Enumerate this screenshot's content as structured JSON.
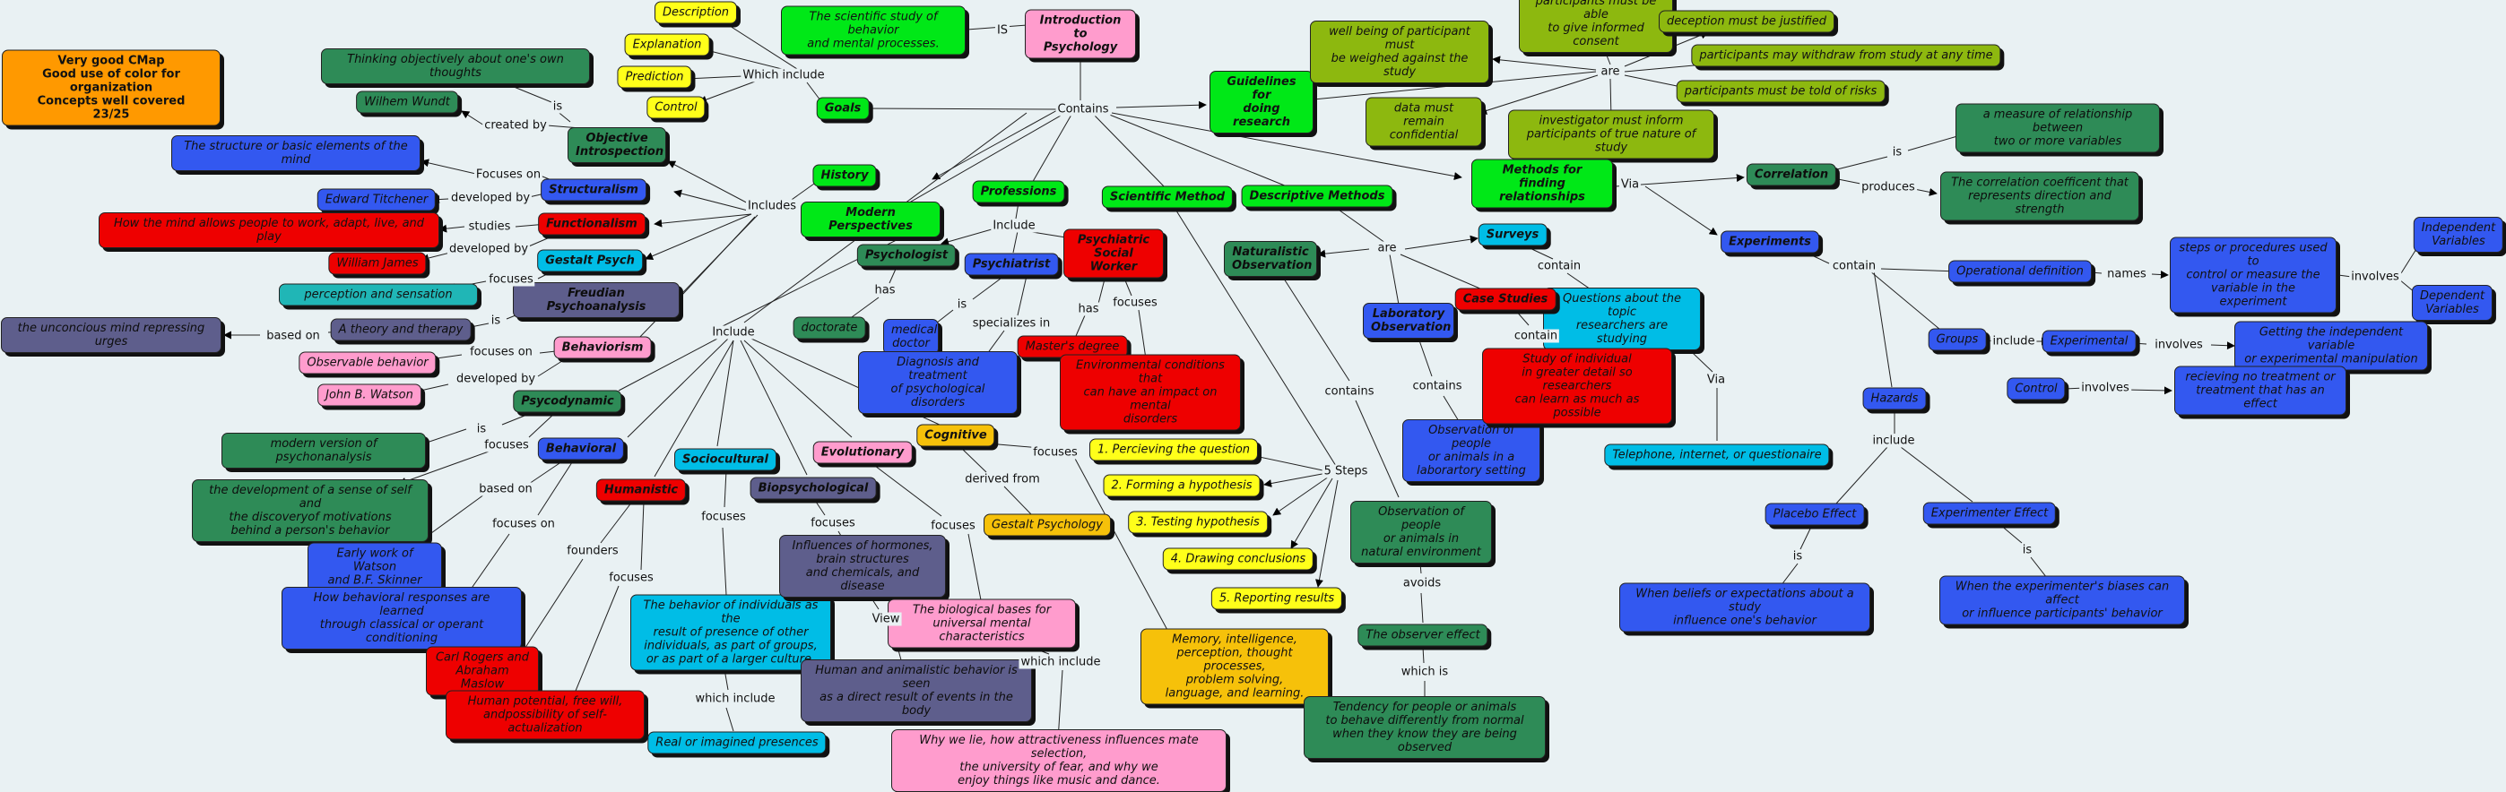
{
  "nodes": {
    "n1": "Very good CMap\nGood use of color for organization\nConcepts well covered\n23/25",
    "n2": "Introduction to\nPsychology",
    "n3": "The scientific study of behavior\nand mental processes.",
    "n4": "Goals",
    "n5": "Description",
    "n6": "Explanation",
    "n7": "Prediction",
    "n8": "Control",
    "n9": "Guidelines for\ndoing research",
    "n10": "well being of participant must\nbe weighed against the study",
    "n11": "participants must be able\nto give informed consent",
    "n12": "deception must be justified",
    "n13": "participants may withdraw from study at any time",
    "n14": "participants must be told of risks",
    "n15": "data must remain\nconfidential",
    "n16": "investigator must inform\nparticipants of true nature of study",
    "n17": "Methods for\nfinding relationships",
    "n18": "Correlation",
    "n19": "a measure of relationship between\ntwo or more variables",
    "n20": "The correlation coefficent that\nrepresents direction and strength",
    "n21": "Experiments",
    "n22": "Operational definition",
    "n23": "steps or procedures used to\ncontrol or measure the\nvariable in the experiment",
    "n24": "Independent\nVariables",
    "n25": "Dependent\nVariables",
    "n26": "Groups",
    "n27": "Experimental",
    "n28": "Getting the independent variable\nor experimental manipulation",
    "n29": "Control",
    "n30": "recieving no treatment or\ntreatment that has an effect",
    "n31": "Hazards",
    "n32": "Placebo Effect",
    "n33": "Experimenter Effect",
    "n34": "When beliefs or expectations about a study\ninfluence one's behavior",
    "n35": "When the experimenter's biases can affect\nor influence participants' behavior",
    "n36": "History",
    "n37": "Objective\nIntrospection",
    "n38": "Thinking objectively about one's own thoughts",
    "n39": "Wilhem Wundt",
    "n40": "The structure or basic elements of the mind",
    "n41": "Structuralism",
    "n42": "Edward Titchener",
    "n43": "Functionalism",
    "n44": "How the mind allows people to work, adapt, live, and play",
    "n45": "William James",
    "n46": "Gestalt Psych",
    "n47": "perception and sensation",
    "n48": "Freudian Psychoanalysis",
    "n49": "A theory and therapy",
    "n50": "the unconcious mind repressing urges",
    "n51": "Behaviorism",
    "n52": "Observable behavior",
    "n53": "John B. Watson",
    "n54": "Modern Perspectives",
    "n55": "Psycodynamic",
    "n56": "modern version of psychonanalysis",
    "n57": "the development of a sense of self and\nthe discoveryof motivations\nbehind a person's behavior",
    "n58": "Behavioral",
    "n59": "Early work of Watson\nand B.F. Skinner",
    "n60": "How behavioral responses are learned\nthrough classical or operant conditioning",
    "n61": "Humanistic",
    "n62": "Carl Rogers and\nAbraham Maslow",
    "n63": "Human potential, free will,\nandpossibility of self-actualization",
    "n64": "Sociocultural",
    "n65": "The behavior of individuals as the\nresult of presence of other\nindividuals, as part of groups,\nor as part of a larger culture.",
    "n66": "Real or imagined presences",
    "n67": "Biopsychological",
    "n68": "Influences of hormones,\nbrain structures\nand chemicals, and disease",
    "n69": "Human and animalistic behavior is seen\nas a direct result of events in the body",
    "n70": "Evolutionary",
    "n71": "The biological bases for\nuniversal mental characteristics",
    "n72": "Why we lie, how attractiveness influences mate selection,\nthe university of fear, and why we\nenjoy things like music and dance.",
    "n73": "Cognitive",
    "n74": "Gestalt Psychology",
    "n75": "Memory, intelligence,\nperception, thought processes,\nproblem solving,\nlanguage, and learning.",
    "n76": "Professions",
    "n77": "Psychologist",
    "n78": "doctorate",
    "n79": "Psychiatrist",
    "n80": "medical\ndoctor",
    "n81": "Diagnosis and treatment\nof psychological disorders",
    "n82": "Psychiatric\nSocial Worker",
    "n83": "Master's degree",
    "n84": "Environmental conditions that\ncan have an impact on mental\ndisorders",
    "n85": "Scientific Method",
    "n86": "1. Percieving the question",
    "n87": "2. Forming a hypothesis",
    "n88": "3. Testing hypothesis",
    "n89": "4. Drawing conclusions",
    "n90": "5. Reporting results",
    "n91": "Descriptive Methods",
    "n92": "Naturalistic\nObservation",
    "n93": "Observation of people\nor animals in\nnatural environment",
    "n94": "The observer effect",
    "n95": "Tendency for people or animals\nto behave differently from normal\nwhen they know they are being observed",
    "n96": "Laboratory\nObservation",
    "n97": "Observation of people\nor animals in a\nlaborartory setting",
    "n98": "Surveys",
    "n99": "Questions about the topic\nresearchers are studying",
    "n100": "Telephone, internet, or questionaire",
    "n101": "Case Studies",
    "n102": "Study of individual\nin greater detail so researchers\ncan learn as much as possible"
  },
  "links": {
    "l1": "IS",
    "l2": "Contains",
    "l3": "Which include",
    "l4": "are",
    "l5": "Via",
    "l6": "is",
    "l7": "produces",
    "l8": "contain",
    "l9": "names",
    "l10": "involves",
    "l11": "include",
    "l12": "involves",
    "l13": "involves",
    "l14": "include",
    "l15": "is",
    "l16": "is",
    "l17": "Includes",
    "l18": "is",
    "l19": "created by",
    "l20": "Focuses on",
    "l21": "developed by",
    "l22": "studies",
    "l23": "developed by",
    "l24": "focuses",
    "l25": "is",
    "l26": "based on",
    "l27": "focuses on",
    "l28": "developed by",
    "l29": "Include",
    "l30": "is",
    "l31": "focuses",
    "l32": "based on",
    "l33": "focuses on",
    "l34": "founders",
    "l35": "focuses",
    "l36": "focuses",
    "l37": "which include",
    "l38": "focuses",
    "l39": "View",
    "l40": "focuses",
    "l41": "which include",
    "l42": "focuses",
    "l43": "derived from",
    "l44": "Include",
    "l45": "has",
    "l46": "is",
    "l47": "specializes in",
    "l48": "has",
    "l49": "focuses",
    "l50": "5 Steps",
    "l51": "are",
    "l52": "contains",
    "l53": "avoids",
    "l54": "which is",
    "l55": "contains",
    "l56": "contain",
    "l57": "Via",
    "l58": "contain"
  }
}
